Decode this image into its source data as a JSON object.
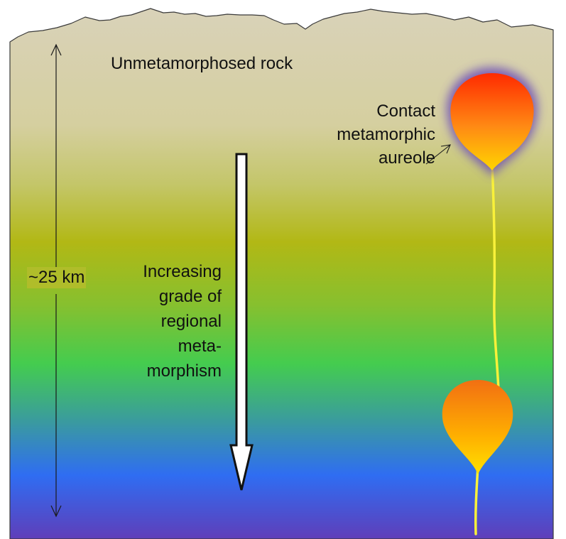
{
  "labels": {
    "unmetamorphosed": "Unmetamorphosed rock",
    "depth": "~25 km",
    "contact_aureole": [
      "Contact",
      "metamorphic",
      "aureole"
    ],
    "regional_grade": [
      "Increasing",
      "grade of",
      "regional",
      "meta-",
      "morphism"
    ]
  },
  "colors": {
    "surface": "#d9d2b9",
    "upper_crust": "#d5cf9f",
    "mid_upper": "#c4c66a",
    "mid": "#b2b815",
    "mid_lower": "#44cc4f",
    "deep": "#2f6df2",
    "base": "#5f3eb9",
    "magma_top": "#ff2a00",
    "magma_bottom": "#ffd500",
    "aureole_glow": "#6b4bb8",
    "dike": "#f9f13a",
    "arrow_fill": "#ffffff"
  }
}
